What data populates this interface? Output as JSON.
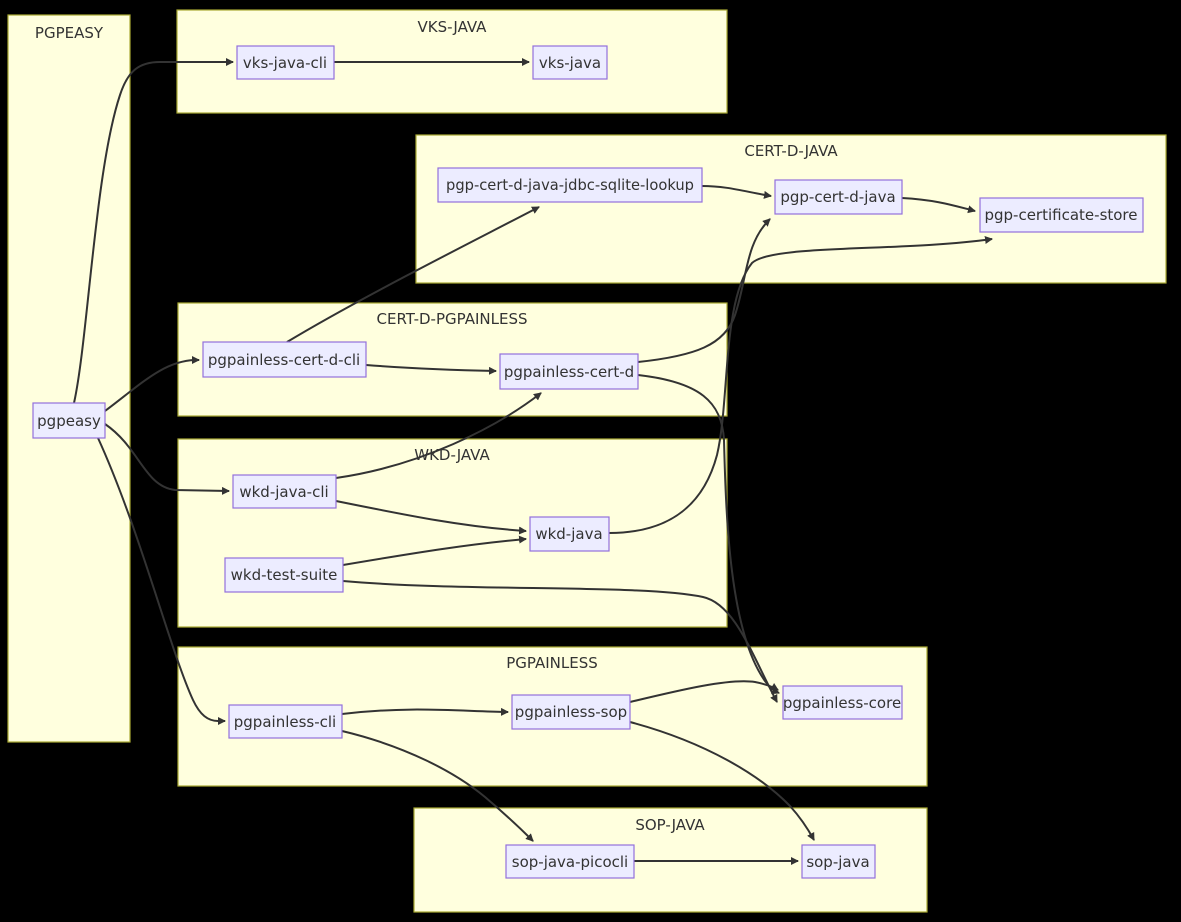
{
  "diagram": {
    "type": "flowchart",
    "direction": "LR",
    "colors": {
      "background": "#000000",
      "cluster_fill": "#ffffde",
      "cluster_border": "#aaaa33",
      "node_fill": "#ececff",
      "node_border": "#9370db",
      "edge": "#333333",
      "text": "#333333"
    },
    "clusters": [
      {
        "title": "PGPEASY"
      },
      {
        "title": "VKS-JAVA"
      },
      {
        "title": "CERT-D-JAVA"
      },
      {
        "title": "CERT-D-PGPAINLESS"
      },
      {
        "title": "WKD-JAVA"
      },
      {
        "title": "PGPAINLESS"
      },
      {
        "title": "SOP-JAVA"
      }
    ],
    "nodes": [
      {
        "label": "pgpeasy",
        "cluster": "PGPEASY"
      },
      {
        "label": "vks-java-cli",
        "cluster": "VKS-JAVA"
      },
      {
        "label": "vks-java",
        "cluster": "VKS-JAVA"
      },
      {
        "label": "pgp-cert-d-java-jdbc-sqlite-lookup",
        "cluster": "CERT-D-JAVA"
      },
      {
        "label": "pgp-cert-d-java",
        "cluster": "CERT-D-JAVA"
      },
      {
        "label": "pgp-certificate-store",
        "cluster": "CERT-D-JAVA"
      },
      {
        "label": "pgpainless-cert-d-cli",
        "cluster": "CERT-D-PGPAINLESS"
      },
      {
        "label": "pgpainless-cert-d",
        "cluster": "CERT-D-PGPAINLESS"
      },
      {
        "label": "wkd-java-cli",
        "cluster": "WKD-JAVA"
      },
      {
        "label": "wkd-java",
        "cluster": "WKD-JAVA"
      },
      {
        "label": "wkd-test-suite",
        "cluster": "WKD-JAVA"
      },
      {
        "label": "pgpainless-cli",
        "cluster": "PGPAINLESS"
      },
      {
        "label": "pgpainless-sop",
        "cluster": "PGPAINLESS"
      },
      {
        "label": "pgpainless-core",
        "cluster": "PGPAINLESS"
      },
      {
        "label": "sop-java-picocli",
        "cluster": "SOP-JAVA"
      },
      {
        "label": "sop-java",
        "cluster": "SOP-JAVA"
      }
    ],
    "edges": [
      {
        "from": "pgpeasy",
        "to": "vks-java-cli"
      },
      {
        "from": "pgpeasy",
        "to": "pgpainless-cert-d-cli"
      },
      {
        "from": "pgpeasy",
        "to": "wkd-java-cli"
      },
      {
        "from": "pgpeasy",
        "to": "pgpainless-cli"
      },
      {
        "from": "vks-java-cli",
        "to": "vks-java"
      },
      {
        "from": "pgp-cert-d-java-jdbc-sqlite-lookup",
        "to": "pgp-cert-d-java"
      },
      {
        "from": "pgp-cert-d-java",
        "to": "pgp-certificate-store"
      },
      {
        "from": "pgpainless-cert-d-cli",
        "to": "pgp-cert-d-java-jdbc-sqlite-lookup"
      },
      {
        "from": "pgpainless-cert-d-cli",
        "to": "pgpainless-cert-d"
      },
      {
        "from": "pgpainless-cert-d",
        "to": "pgp-cert-d-java"
      },
      {
        "from": "pgpainless-cert-d",
        "to": "pgpainless-core"
      },
      {
        "from": "wkd-java-cli",
        "to": "pgpainless-cert-d"
      },
      {
        "from": "wkd-java-cli",
        "to": "wkd-java"
      },
      {
        "from": "wkd-test-suite",
        "to": "wkd-java"
      },
      {
        "from": "wkd-test-suite",
        "to": "pgpainless-core"
      },
      {
        "from": "wkd-java",
        "to": "pgp-certificate-store"
      },
      {
        "from": "pgpainless-cli",
        "to": "pgpainless-sop"
      },
      {
        "from": "pgpainless-cli",
        "to": "sop-java-picocli"
      },
      {
        "from": "pgpainless-sop",
        "to": "pgpainless-core"
      },
      {
        "from": "pgpainless-sop",
        "to": "sop-java"
      },
      {
        "from": "sop-java-picocli",
        "to": "sop-java"
      }
    ]
  }
}
